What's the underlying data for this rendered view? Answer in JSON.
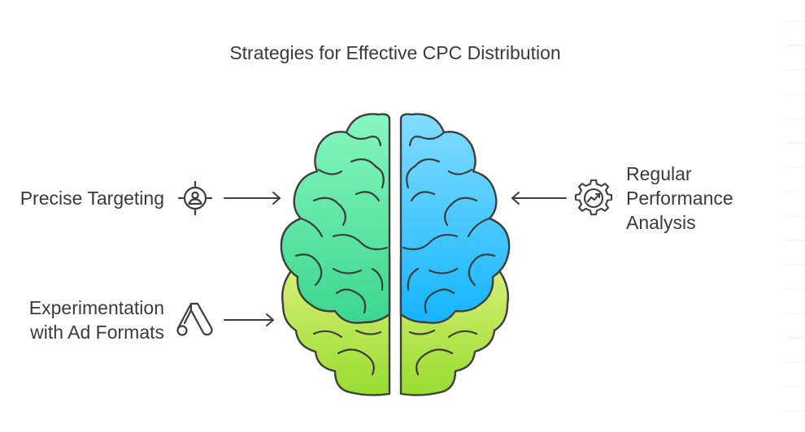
{
  "title": "Strategies for Effective CPC Distribution",
  "strategies": {
    "precise": {
      "label": "Precise Targeting",
      "icon": "target-user-icon"
    },
    "experiment": {
      "lines": [
        "Experimentation",
        "with Ad Formats"
      ],
      "icon": "google-ads-icon"
    },
    "regular": {
      "lines": [
        "Regular",
        "Performance",
        "Analysis"
      ],
      "icon": "gear-chart-icon"
    }
  },
  "colors": {
    "text": "#3a3a3a",
    "stroke": "#3d3d3d",
    "left_top_green": "#7ef5b8",
    "left_bottom_green": "#3fd88f",
    "right_top_blue": "#7ad8ff",
    "right_bottom_blue": "#1ab8ff",
    "lower_lime_top": "#d4ef72",
    "lower_lime_bottom": "#9edf35"
  }
}
